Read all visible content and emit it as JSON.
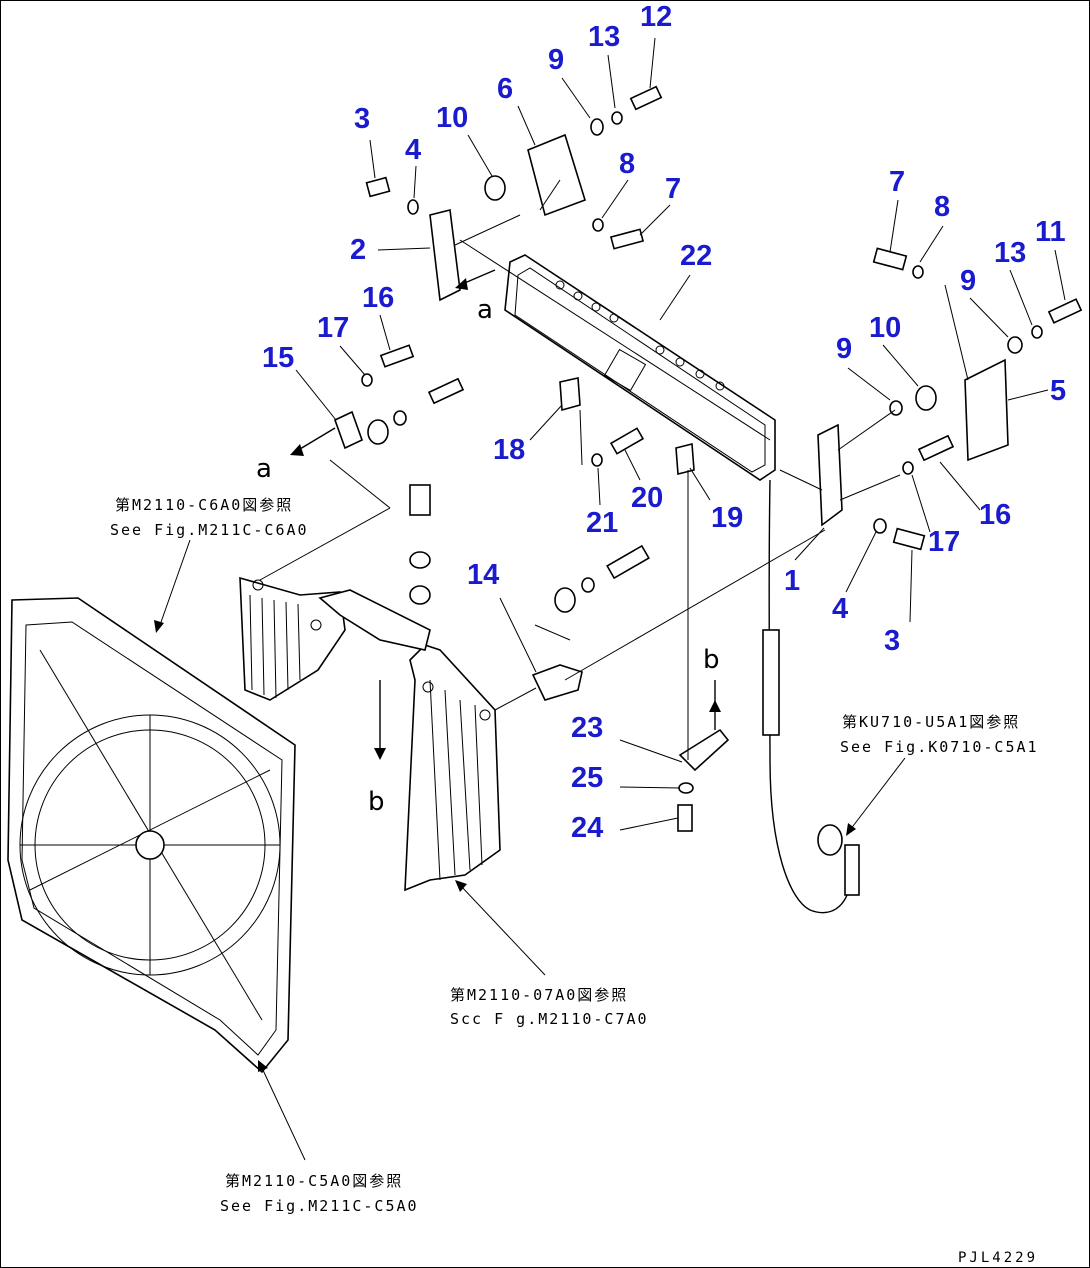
{
  "part_numbers": [
    "1",
    "2",
    "3",
    "3",
    "4",
    "4",
    "5",
    "6",
    "7",
    "7",
    "8",
    "8",
    "9",
    "9",
    "9",
    "10",
    "10",
    "11",
    "12",
    "13",
    "13",
    "14",
    "15",
    "16",
    "16",
    "17",
    "17",
    "18",
    "19",
    "20",
    "21",
    "22",
    "23",
    "24",
    "25"
  ],
  "letters": [
    "a",
    "a",
    "b",
    "b"
  ],
  "references": {
    "ref_06": {
      "jp": "第M2110-C6A0図参照",
      "en": "See Fig.M211C-C6A0"
    },
    "ref_07": {
      "jp": "第M2110-07A0図参照",
      "en": "Scc F g.M2110-C7A0"
    },
    "ref_05": {
      "jp": "第M2110-C5A0図参照",
      "en": "See Fig.M211C-C5A0"
    },
    "ref_k": {
      "jp": "第KU710-U5A1図参照",
      "en": "See Fig.K0710-C5A1"
    }
  },
  "drawing_code": "PJL4229"
}
